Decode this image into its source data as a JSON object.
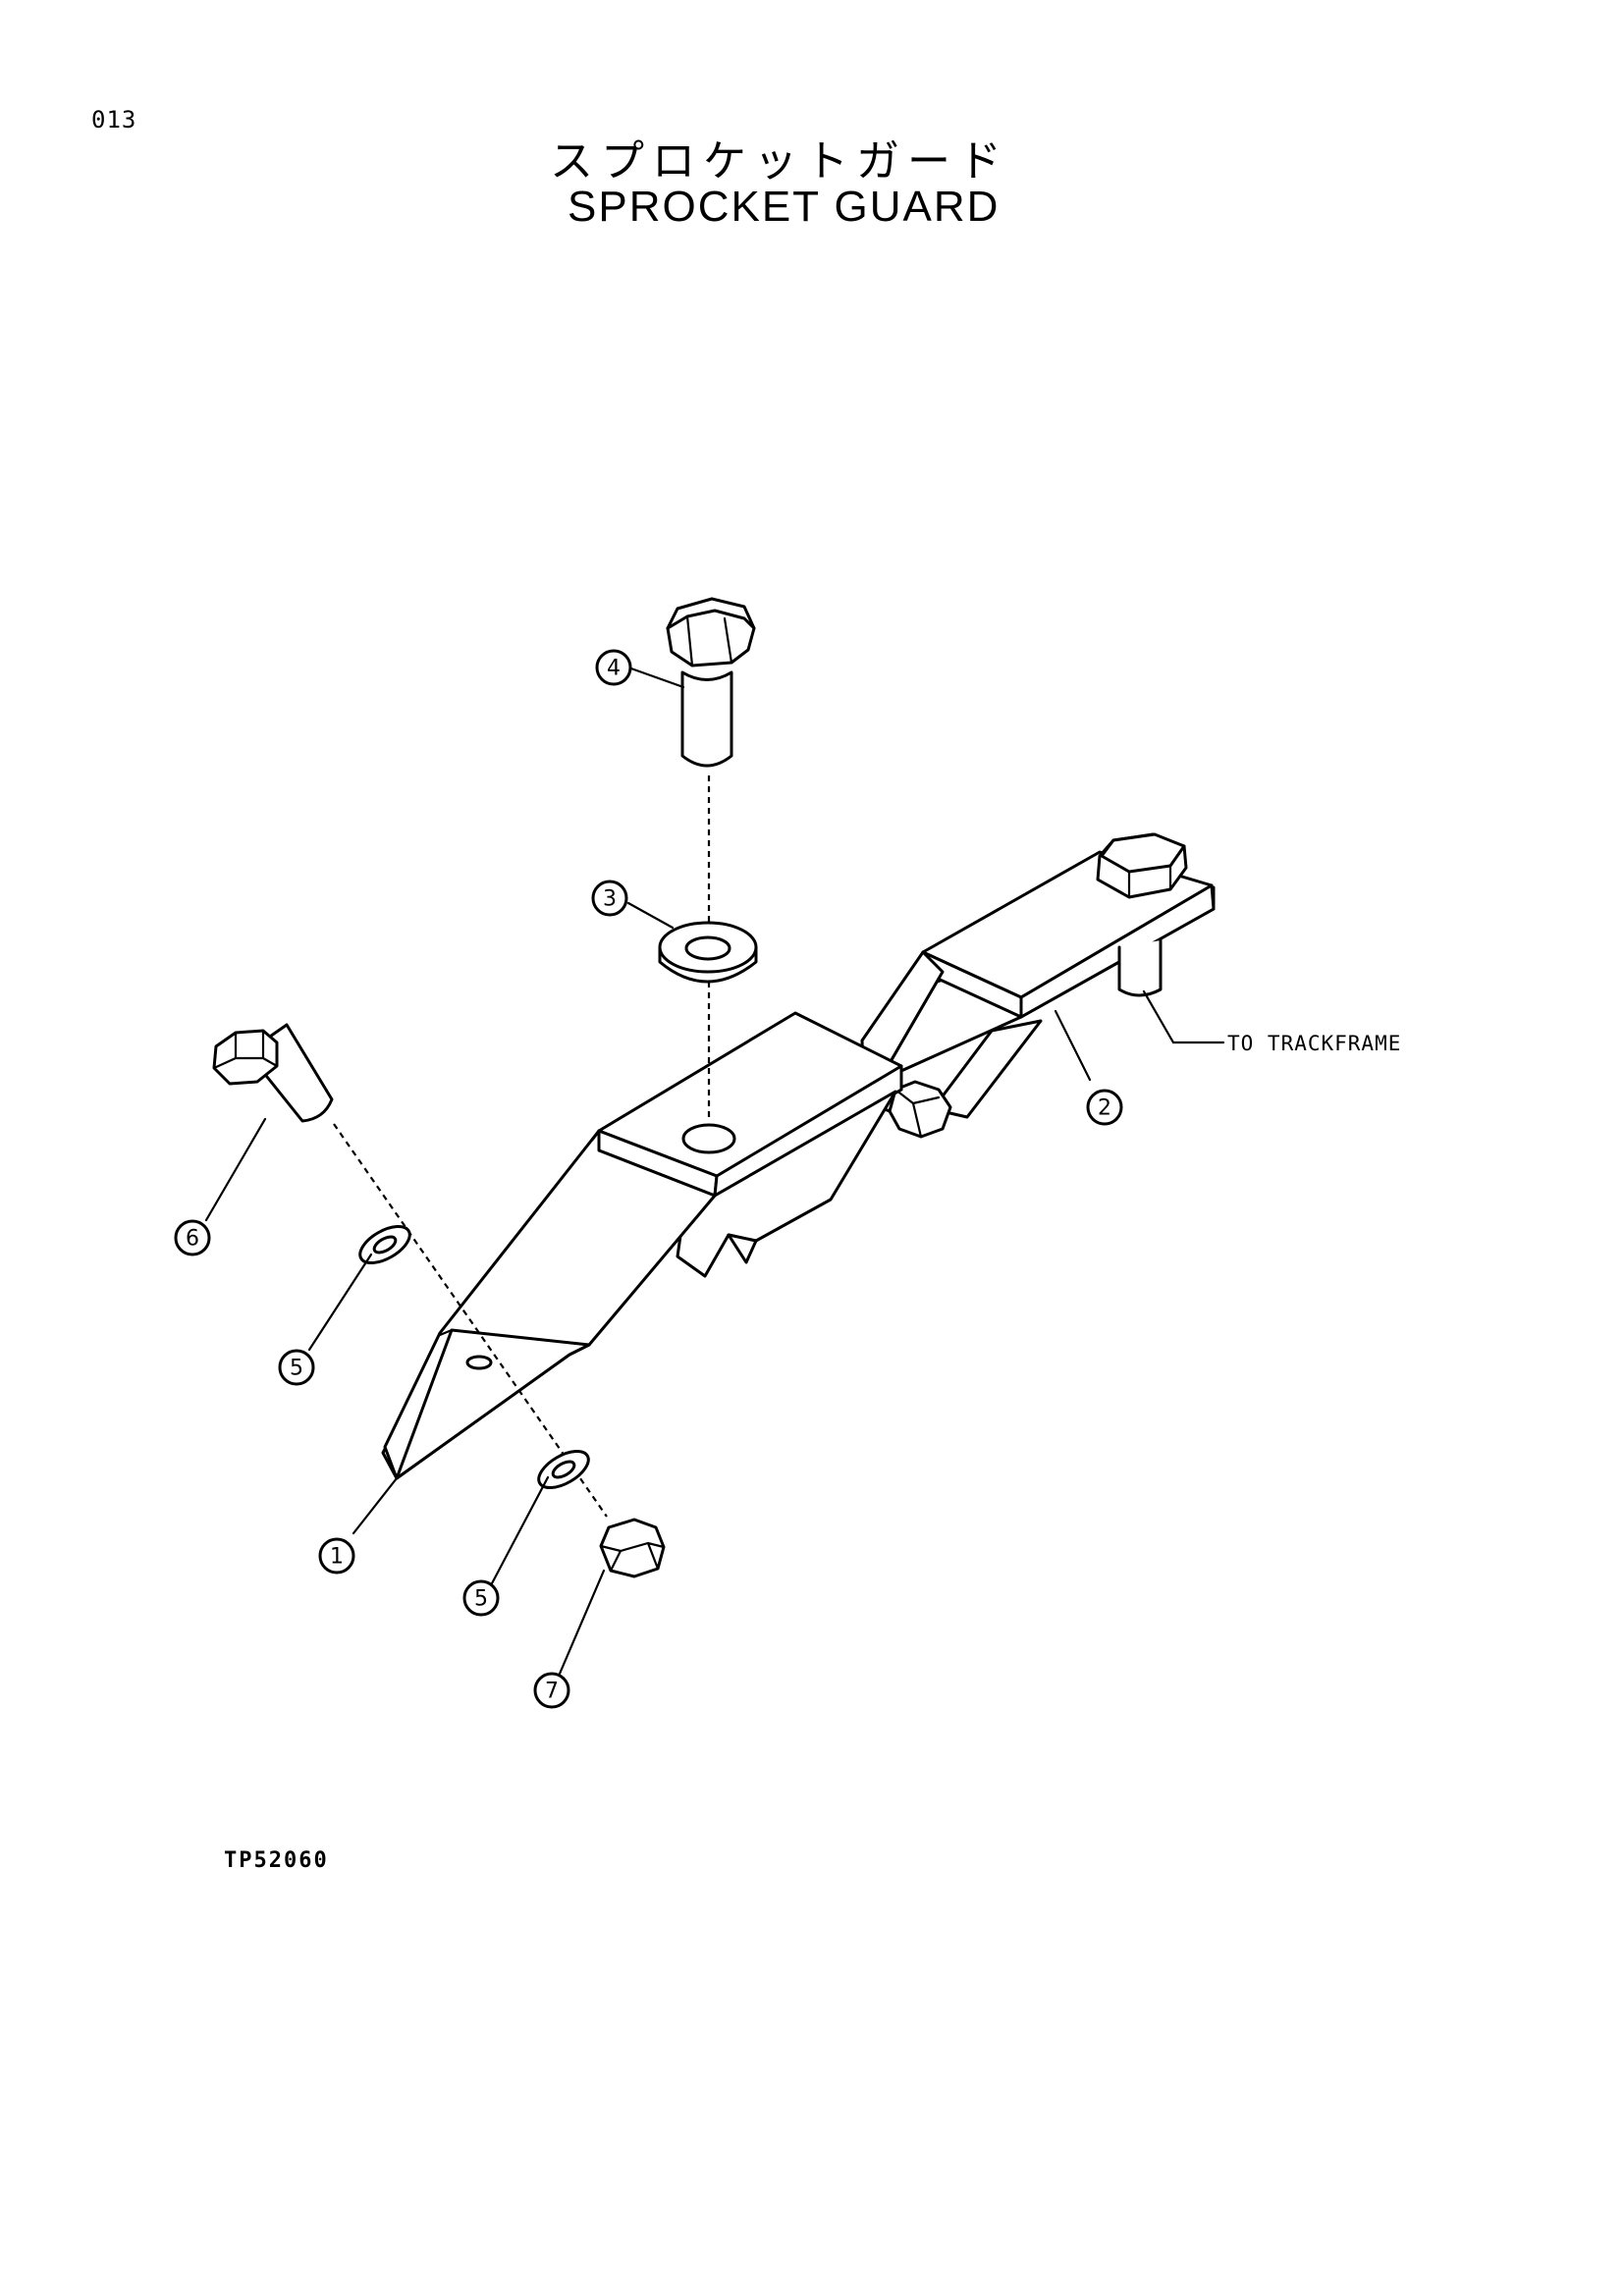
{
  "header": {
    "page_number": "013",
    "title_jp": "スプロケットガード",
    "title_en": "SPROCKET GUARD"
  },
  "callouts": [
    {
      "label": "1"
    },
    {
      "label": "2"
    },
    {
      "label": "3"
    },
    {
      "label": "4"
    },
    {
      "label": "5"
    },
    {
      "label": "5"
    },
    {
      "label": "6"
    },
    {
      "label": "7"
    }
  ],
  "annotation": {
    "to_trackframe": "TO TRACKFRAME"
  },
  "footer": {
    "drawing_code": "TP52060"
  }
}
